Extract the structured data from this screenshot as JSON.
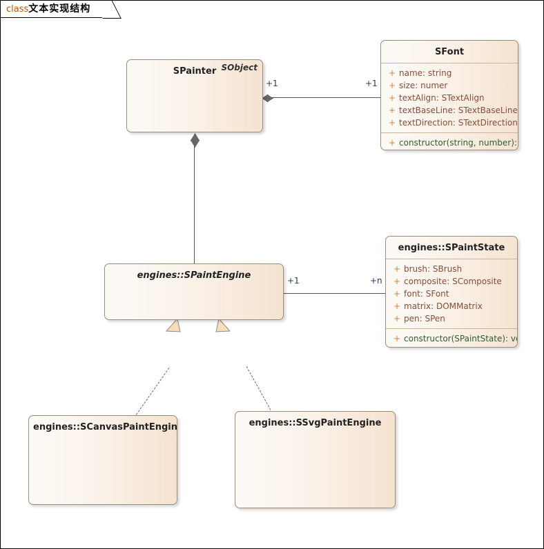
{
  "diagram": {
    "title_keyword": "class",
    "title_text": "文本实现结构",
    "colors": {
      "box_border": "#9d8b78",
      "box_fill_light": "#fdfaf6",
      "box_fill_dark": "#f5e3d0",
      "attribute_text": "#8a4b38",
      "operation_text": "#2f5d32",
      "visibility_marker": "#d2813c",
      "connector": "#555555",
      "multiplicity_text": "#2b3a55",
      "keyword": "#b3560b"
    }
  },
  "classes": {
    "spainter": {
      "name": "SPainter",
      "stereotype": "SObject",
      "attributes": [],
      "operations": []
    },
    "sfont": {
      "name": "SFont",
      "attributes": [
        {
          "visibility": "+",
          "text": "name: string"
        },
        {
          "visibility": "+",
          "text": "size: numer"
        },
        {
          "visibility": "+",
          "text": "textAlign: STextAlign"
        },
        {
          "visibility": "+",
          "text": "textBaseLine: STextBaseLine"
        },
        {
          "visibility": "+",
          "text": "textDirection: STextDirection"
        }
      ],
      "operations": [
        {
          "visibility": "+",
          "text": "constructor(string, number): void"
        }
      ]
    },
    "spaintengine": {
      "name": "engines::SPaintEngine",
      "abstract": true,
      "attributes": [],
      "operations": []
    },
    "spaintstate": {
      "name": "engines::SPaintState",
      "attributes": [
        {
          "visibility": "+",
          "text": "brush: SBrush"
        },
        {
          "visibility": "+",
          "text": "composite: SComposite"
        },
        {
          "visibility": "+",
          "text": "font: SFont"
        },
        {
          "visibility": "+",
          "text": "matrix: DOMMatrix"
        },
        {
          "visibility": "+",
          "text": "pen: SPen"
        }
      ],
      "operations": [
        {
          "visibility": "+",
          "text": "constructor(SPaintState): void"
        }
      ]
    },
    "scanvaspaintengine": {
      "name": "engines::SCanvasPaintEngine",
      "attributes": [],
      "operations": []
    },
    "ssvgpaintengine": {
      "name": "engines::SSvgPaintEngine",
      "attributes": [],
      "operations": []
    }
  },
  "relations": {
    "painter_font": {
      "type": "composition",
      "source_multiplicity": "+1",
      "target_multiplicity": "+1"
    },
    "painter_engine": {
      "type": "composition",
      "source_multiplicity": "",
      "target_multiplicity": ""
    },
    "engine_state": {
      "type": "association",
      "source_multiplicity": "+1",
      "target_multiplicity": "+n"
    },
    "canvas_realizes": {
      "type": "realization"
    },
    "svg_realizes": {
      "type": "realization"
    }
  }
}
